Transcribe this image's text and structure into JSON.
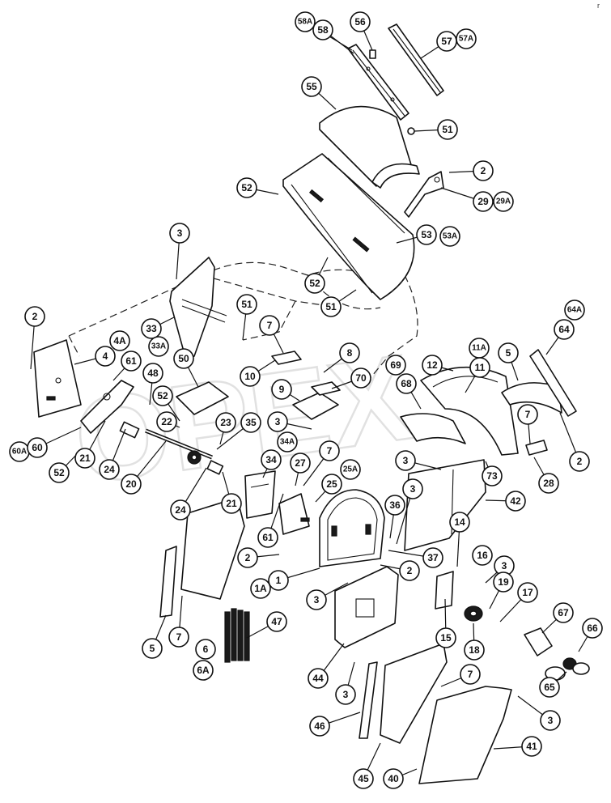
{
  "page": {
    "corner_mark": "r"
  },
  "watermark": {
    "text": "OPEX"
  },
  "colors": {
    "line": "#111111",
    "background": "#ffffff",
    "watermark": "#c9c9c9"
  },
  "callouts": [
    {
      "id": "58A"
    },
    {
      "id": "58"
    },
    {
      "id": "56"
    },
    {
      "id": "57"
    },
    {
      "id": "57A"
    },
    {
      "id": "55"
    },
    {
      "id": "51"
    },
    {
      "id": "2"
    },
    {
      "id": "52"
    },
    {
      "id": "29"
    },
    {
      "id": "29A"
    },
    {
      "id": "53"
    },
    {
      "id": "53A"
    },
    {
      "id": "3"
    },
    {
      "id": "52"
    },
    {
      "id": "51"
    },
    {
      "id": "51"
    },
    {
      "id": "2"
    },
    {
      "id": "33"
    },
    {
      "id": "33A"
    },
    {
      "id": "4A"
    },
    {
      "id": "4"
    },
    {
      "id": "61"
    },
    {
      "id": "48"
    },
    {
      "id": "50"
    },
    {
      "id": "52"
    },
    {
      "id": "22"
    },
    {
      "id": "23"
    },
    {
      "id": "60A"
    },
    {
      "id": "60"
    },
    {
      "id": "52"
    },
    {
      "id": "21"
    },
    {
      "id": "24"
    },
    {
      "id": "20"
    },
    {
      "id": "7"
    },
    {
      "id": "8"
    },
    {
      "id": "10"
    },
    {
      "id": "9"
    },
    {
      "id": "70"
    },
    {
      "id": "35"
    },
    {
      "id": "3"
    },
    {
      "id": "34A"
    },
    {
      "id": "34"
    },
    {
      "id": "7"
    },
    {
      "id": "27"
    },
    {
      "id": "25A"
    },
    {
      "id": "25"
    },
    {
      "id": "24"
    },
    {
      "id": "21"
    },
    {
      "id": "61"
    },
    {
      "id": "69"
    },
    {
      "id": "68"
    },
    {
      "id": "12"
    },
    {
      "id": "11A"
    },
    {
      "id": "11"
    },
    {
      "id": "5"
    },
    {
      "id": "64A"
    },
    {
      "id": "64"
    },
    {
      "id": "7"
    },
    {
      "id": "2"
    },
    {
      "id": "28"
    },
    {
      "id": "3"
    },
    {
      "id": "73"
    },
    {
      "id": "3"
    },
    {
      "id": "42"
    },
    {
      "id": "36"
    },
    {
      "id": "14"
    },
    {
      "id": "2"
    },
    {
      "id": "1A"
    },
    {
      "id": "1"
    },
    {
      "id": "2"
    },
    {
      "id": "37"
    },
    {
      "id": "16"
    },
    {
      "id": "3"
    },
    {
      "id": "19"
    },
    {
      "id": "17"
    },
    {
      "id": "3"
    },
    {
      "id": "15"
    },
    {
      "id": "18"
    },
    {
      "id": "67"
    },
    {
      "id": "66"
    },
    {
      "id": "65"
    },
    {
      "id": "5"
    },
    {
      "id": "7"
    },
    {
      "id": "6"
    },
    {
      "id": "6A"
    },
    {
      "id": "47"
    },
    {
      "id": "44"
    },
    {
      "id": "3"
    },
    {
      "id": "7"
    },
    {
      "id": "3"
    },
    {
      "id": "46"
    },
    {
      "id": "41"
    },
    {
      "id": "45"
    },
    {
      "id": "40"
    }
  ]
}
